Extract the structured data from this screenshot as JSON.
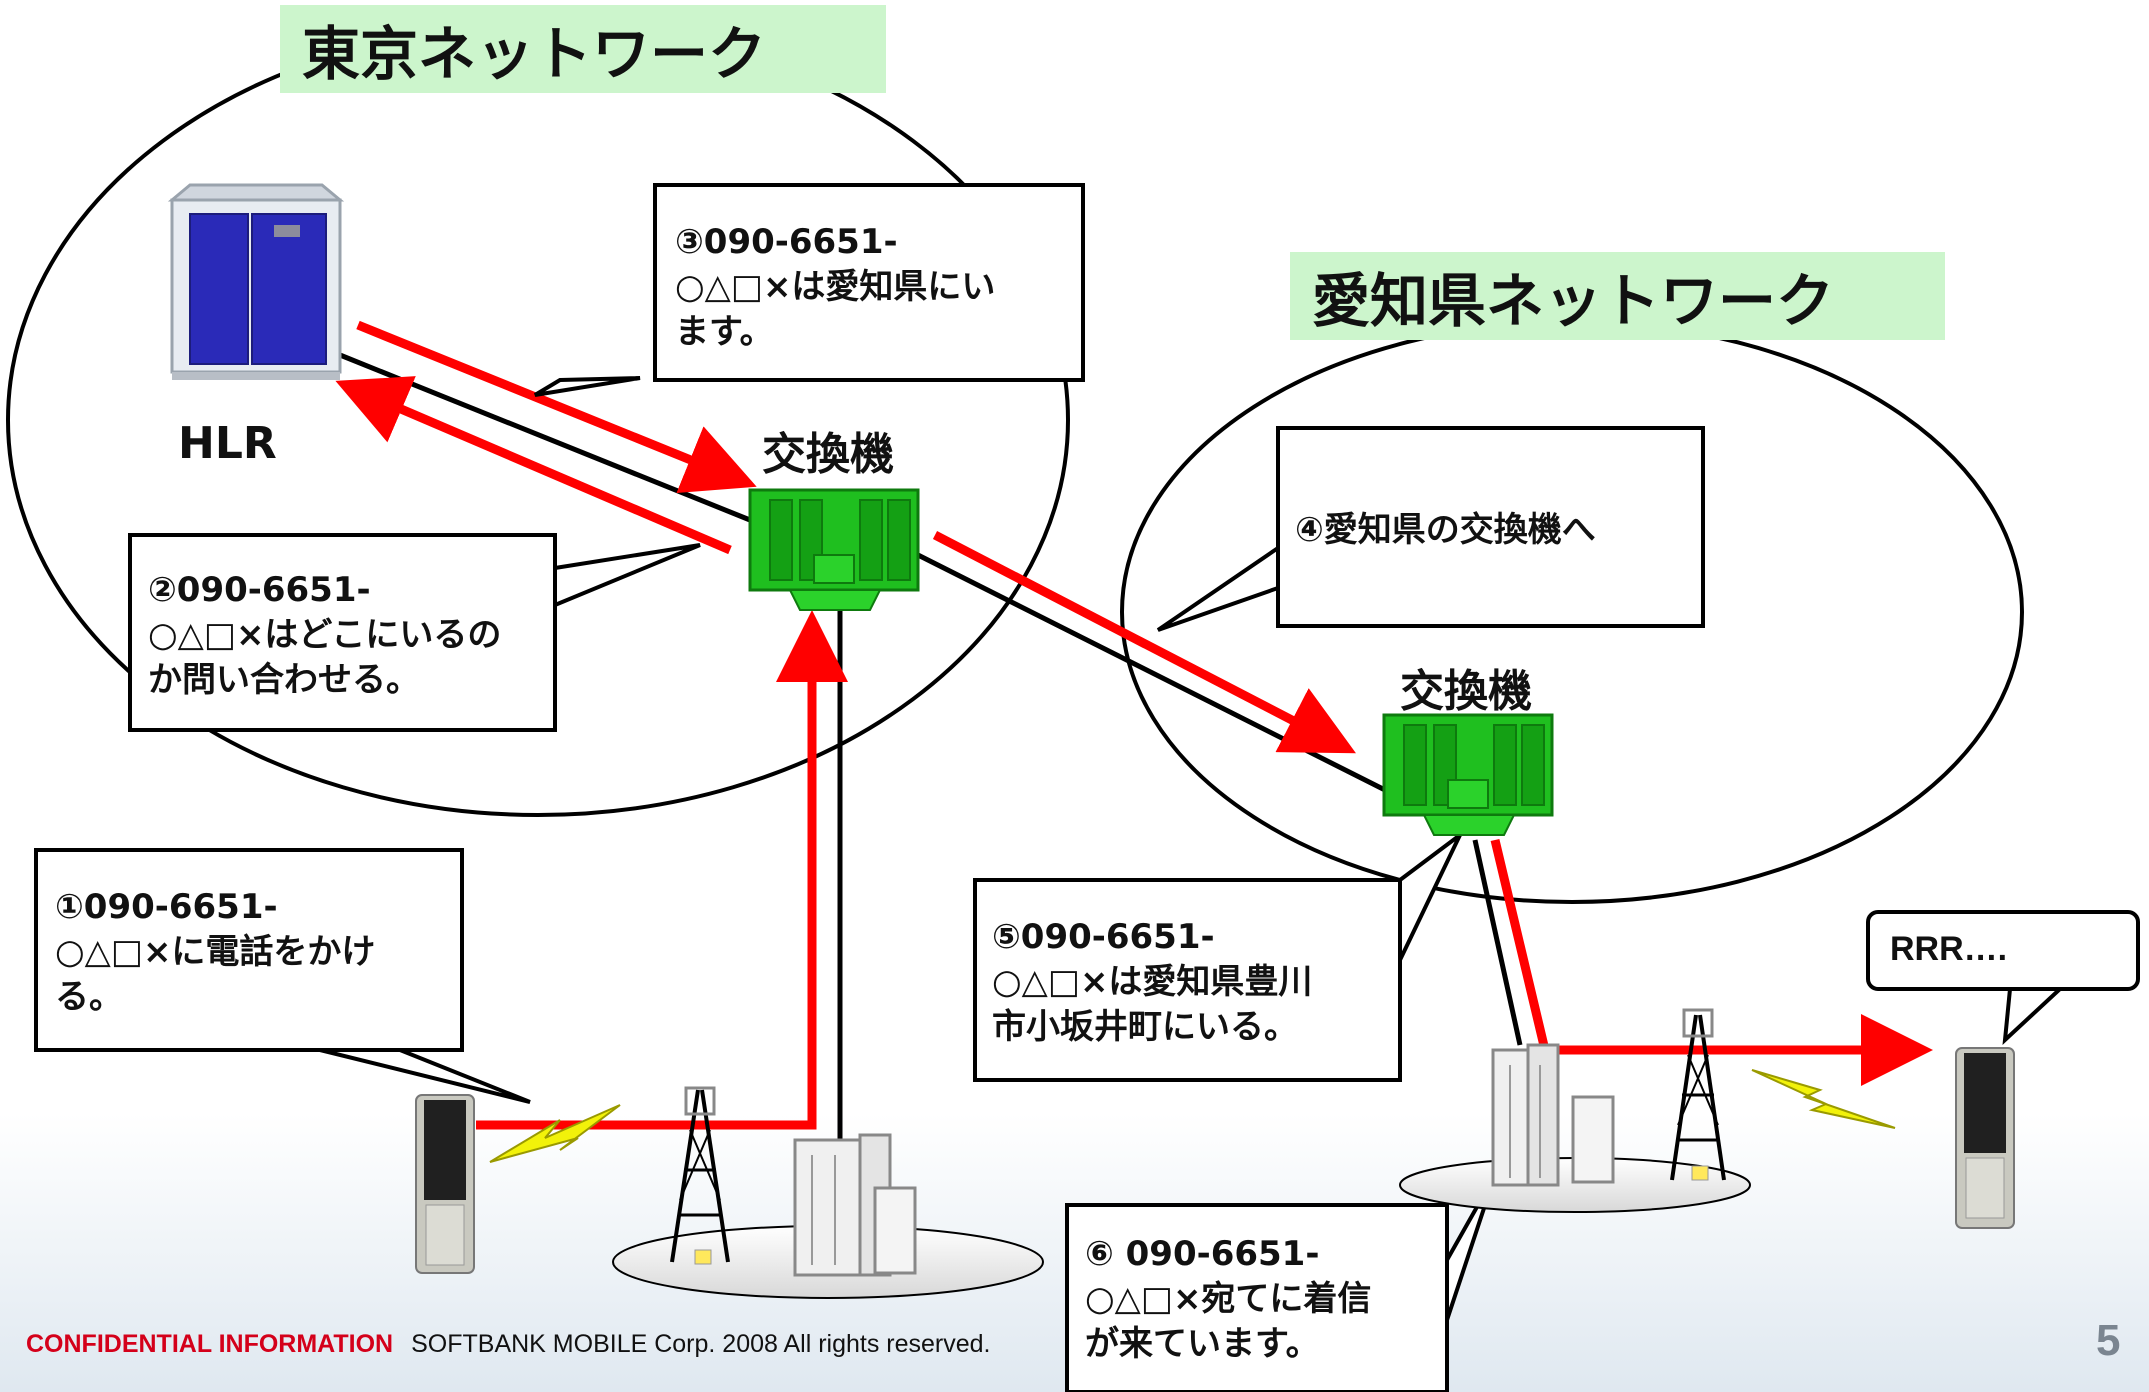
{
  "networks": {
    "tokyo": "東京ネットワーク",
    "aichi": "愛知県ネットワーク"
  },
  "nodes": {
    "hlr": "HLR",
    "tokyo_switch": "交換機",
    "aichi_switch": "交換機"
  },
  "callouts": {
    "step1": "①090-6651-\n○△□×に電話をかけ\nる。",
    "step2": "②090-6651-\n○△□×はどこにいるの\nか問い合わせる。",
    "step3": "③090-6651-\n○△□×は愛知県にい\nます。",
    "step4": "④愛知県の交換機へ",
    "step5": "⑤090-6651-\n○△□×は愛知県豊川\n市小坂井町にいる。",
    "step6": "⑥ 090-6651-\n○△□×宛てに着信\nが来ています。",
    "ring": "RRR…."
  },
  "footer": {
    "confidential": "CONFIDENTIAL INFORMATION",
    "copyright": "SOFTBANK MOBILE Corp. 2008 All rights reserved.",
    "page": "5"
  },
  "colors": {
    "signal": "#ff0000",
    "wire": "#000000",
    "network_label_bg": "#ccf5cc",
    "switch_green": "#1fbf1f",
    "hlr_blue": "#2a2ab8",
    "lightning": "#f2f20a"
  }
}
